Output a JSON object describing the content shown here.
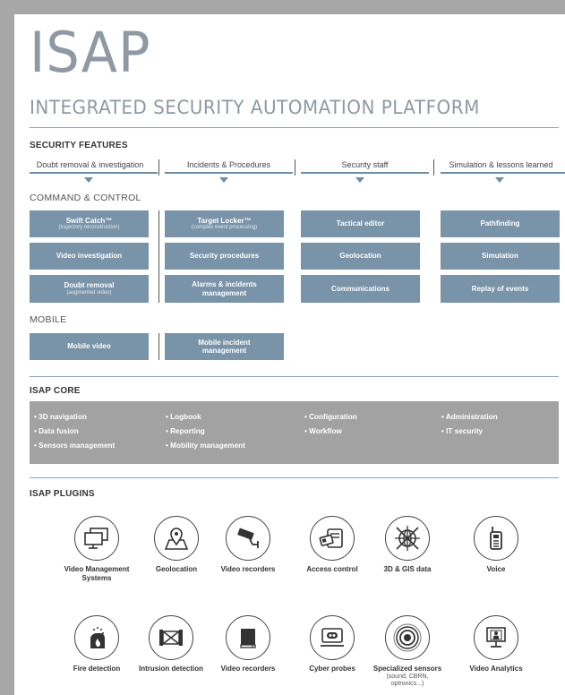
{
  "title": "ISAP",
  "subtitle": "INTEGRATED SECURITY AUTOMATION PLATFORM",
  "security_features": {
    "heading": "SECURITY FEATURES",
    "columns": [
      "Doubt removal & investigation",
      "Incidents & Procedures",
      "Security staff",
      "Simulation & lessons learned"
    ]
  },
  "command_control": {
    "heading": "COMMAND & CONTROL",
    "cells": [
      {
        "title": "Swift Catch™",
        "sub": "(trajectory reconstruction)"
      },
      {
        "title": "Target Locker™",
        "sub": "(complex event processing)"
      },
      {
        "title": "Tactical editor",
        "sub": ""
      },
      {
        "title": "Pathfinding",
        "sub": ""
      },
      {
        "title": "Video investigation",
        "sub": ""
      },
      {
        "title": "Security procedures",
        "sub": ""
      },
      {
        "title": "Geolocation",
        "sub": ""
      },
      {
        "title": "Simulation",
        "sub": ""
      },
      {
        "title": "Doubt removal",
        "sub": "(augmented video)"
      },
      {
        "title": "Alarms & incidents management",
        "sub": ""
      },
      {
        "title": "Communications",
        "sub": ""
      },
      {
        "title": "Replay of events",
        "sub": ""
      }
    ]
  },
  "mobile": {
    "heading": "MOBILE",
    "cells": [
      {
        "title": "Mobile video"
      },
      {
        "title": "Mobile incident management"
      }
    ]
  },
  "core": {
    "heading": "ISAP CORE",
    "items": [
      "• 3D navigation",
      "• Logbook",
      "• Configuration",
      "• Administration",
      "• Data fusion",
      "• Reporting",
      "• Workflow",
      "• IT security",
      "• Sensors management",
      "• Mobility management"
    ]
  },
  "plugins": {
    "heading": "ISAP PLUGINS",
    "items": [
      {
        "label": "Video Management Systems",
        "extra": "",
        "icon": "monitors-icon"
      },
      {
        "label": "Geolocation",
        "extra": "",
        "icon": "map-pin-icon"
      },
      {
        "label": "Video recorders",
        "extra": "",
        "icon": "cctv-camera-icon"
      },
      {
        "label": "Access control",
        "extra": "",
        "icon": "access-card-icon"
      },
      {
        "label": "3D & GIS data",
        "extra": "",
        "icon": "globe-icon"
      },
      {
        "label": "Voice",
        "extra": "",
        "icon": "radio-icon"
      },
      {
        "label": "Fire detection",
        "extra": "",
        "icon": "fire-detector-icon"
      },
      {
        "label": "Intrusion detection",
        "extra": "",
        "icon": "intrusion-barrier-icon"
      },
      {
        "label": "Video recorders",
        "extra": "",
        "icon": "recorder-device-icon"
      },
      {
        "label": "Cyber probes",
        "extra": "",
        "icon": "cyber-probe-icon"
      },
      {
        "label": "Specialized sensors",
        "extra": "(sound, CBRN, optronics...)",
        "icon": "sensor-target-icon"
      },
      {
        "label": "Video Analytics",
        "extra": "",
        "icon": "video-analytics-icon"
      }
    ]
  },
  "colors": {
    "accent": "#7993a8",
    "core_bg": "#a2a2a2",
    "title": "#8f99a3",
    "frame": "#a7a7a7"
  }
}
